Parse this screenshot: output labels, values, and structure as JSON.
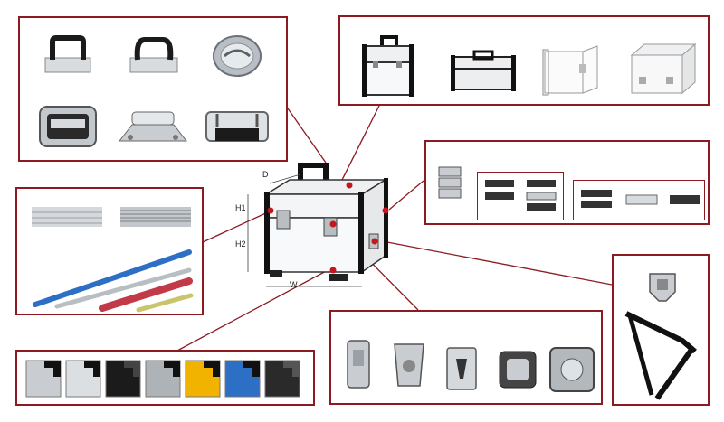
{
  "colors": {
    "frame": "#8b1a22",
    "aluminum": "#c9cdd1",
    "black": "#1b1b1b",
    "blue": "#2d6fc4",
    "yellow": "#f2b300",
    "red": "#c23a48"
  },
  "dimensions": {
    "d": "D",
    "h1": "H1",
    "h2": "H2",
    "w": "W"
  },
  "panels": {
    "handles": [
      "handle-black-flat",
      "handle-black-bracket",
      "handle-recessed-dish",
      "handle-recessed-latch",
      "handle-chrome-spring",
      "handle-chrome-fold"
    ],
    "case_styles": [
      "case-toolbox",
      "case-briefcase",
      "case-open-frame",
      "case-cube"
    ],
    "hinges": [
      "hinge-stacked",
      "hinge-strip",
      "hinge-piano"
    ],
    "profiles": [
      "profile-flat-silver",
      "profile-ribbed-silver",
      "profile-colored-rails"
    ],
    "corners": [
      "silver",
      "silver-light",
      "black",
      "silver-dark",
      "yellow",
      "blue",
      "black-dark"
    ],
    "locks": [
      "lock-tall",
      "lock-keyed",
      "lock-draw",
      "lock-square",
      "lock-butterfly"
    ],
    "strap": [
      "strap-buckle",
      "shoulder-strap"
    ]
  }
}
